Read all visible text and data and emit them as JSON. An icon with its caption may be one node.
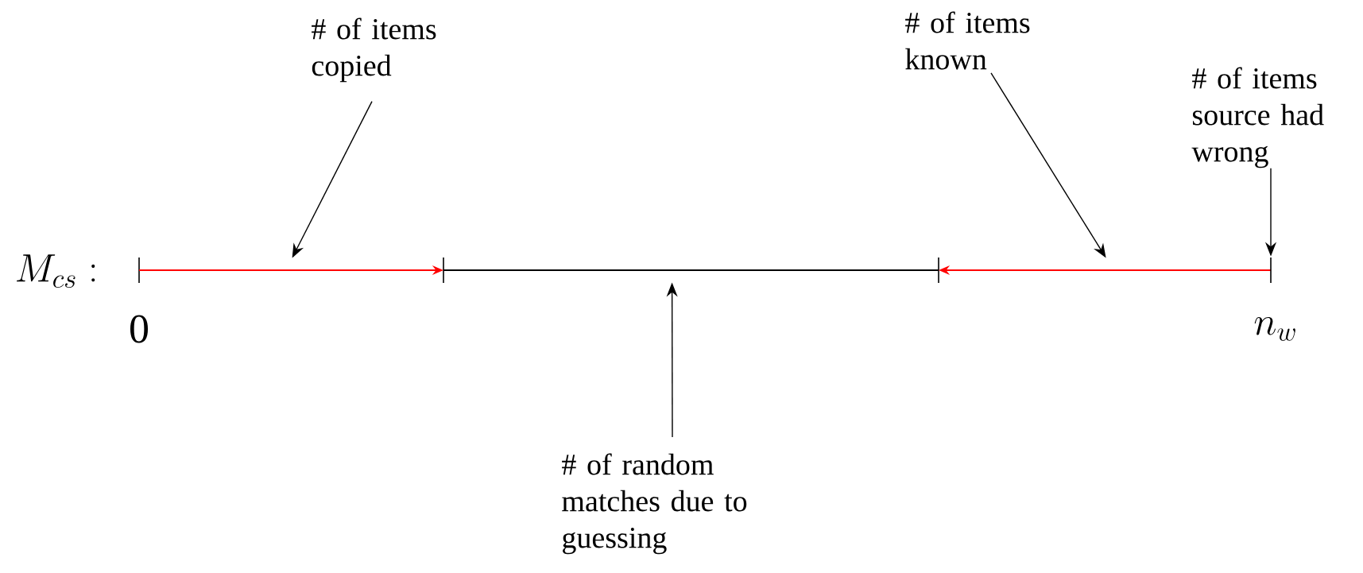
{
  "diagram": {
    "nodes": [
      {
        "text": [
          "# of items copied"
        ]
      },
      {
        "text": [
          "# of items known"
        ]
      },
      {
        "text": [
          "# of items source had wrong"
        ]
      },
      {
        "text": [
          "# of random matches due to guessing"
        ]
      },
      {
        "text": [],
        "shape": "line"
      },
      {
        "text": [],
        "shape": "line"
      },
      {
        "text": [],
        "shape": "line"
      },
      {
        "text": [],
        "shape": "tick"
      }
    ],
    "edges": [
      {
        "from": 0,
        "to": 4,
        "arrow": "to"
      },
      {
        "from": 1,
        "to": 6,
        "arrow": "to"
      },
      {
        "from": 2,
        "to": 7,
        "arrow": "to"
      },
      {
        "from": 3,
        "to": 5,
        "arrow": "to"
      }
    ],
    "labels": [
      "M_{cs}:",
      "0",
      "n_w"
    ]
  }
}
